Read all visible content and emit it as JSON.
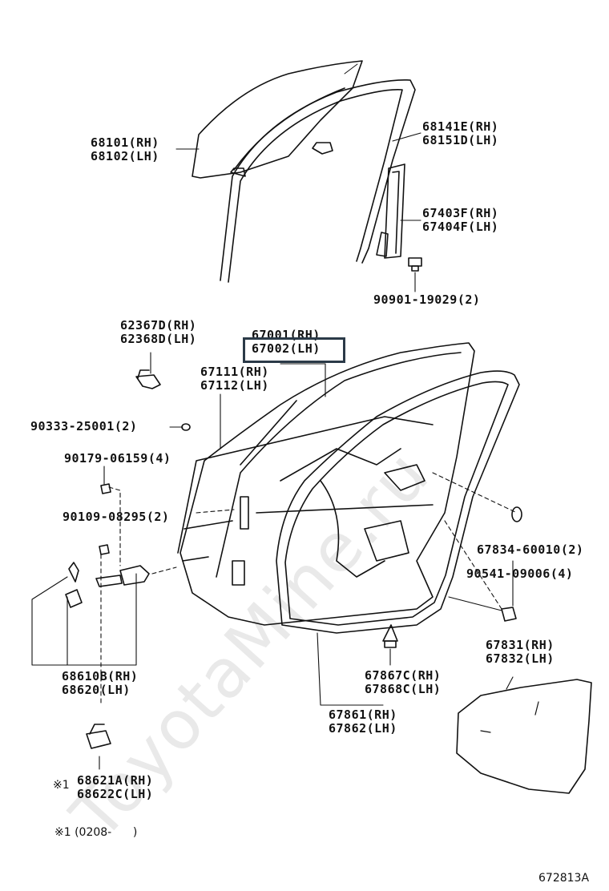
{
  "watermark": "ToyotaMine.ru",
  "callouts": [
    {
      "id": "window-glass",
      "lines": [
        "68101(RH)",
        "68102(LH)"
      ]
    },
    {
      "id": "glass-run",
      "lines": [
        "68141E(RH)",
        "68151D(LH)"
      ]
    },
    {
      "id": "division-bar",
      "lines": [
        "67403F(RH)",
        "67404F(LH)"
      ]
    },
    {
      "id": "bolt-19029",
      "lines": [
        "90901-19029(2)"
      ]
    },
    {
      "id": "cover-62367",
      "lines": [
        "62367D(RH)",
        "62368D(LH)"
      ]
    },
    {
      "id": "door-panel",
      "lines": [
        "67001(RH)",
        "67002(LH)"
      ]
    },
    {
      "id": "outer-panel",
      "lines": [
        "67111(RH)",
        "67112(LH)"
      ]
    },
    {
      "id": "plug-25001",
      "lines": [
        "90333-25001(2)"
      ]
    },
    {
      "id": "bolt-06159",
      "lines": [
        "90179-06159(4)"
      ]
    },
    {
      "id": "bolt-08295",
      "lines": [
        "90109-08295(2)"
      ]
    },
    {
      "id": "plug-60010",
      "lines": [
        "67834-60010(2)"
      ]
    },
    {
      "id": "hole-plug-09006",
      "lines": [
        "90541-09006(4)"
      ]
    },
    {
      "id": "checker",
      "lines": [
        "68610B(RH)",
        "68620(LH)"
      ]
    },
    {
      "id": "clip",
      "lines": [
        "67867C(RH)",
        "67868C(LH)"
      ]
    },
    {
      "id": "weatherstrip",
      "lines": [
        "67861(RH)",
        "67862(LH)"
      ]
    },
    {
      "id": "service-hole-cover",
      "lines": [
        "67831(RH)",
        "67832(LH)"
      ]
    },
    {
      "id": "stopper",
      "lines": [
        "68621A(RH)",
        "68622C(LH)"
      ]
    }
  ],
  "highlighted_part": "67002(LH)",
  "footnote_marker": "※1",
  "footnote": "※1 (0208-      )",
  "diagram_number": "672813A"
}
